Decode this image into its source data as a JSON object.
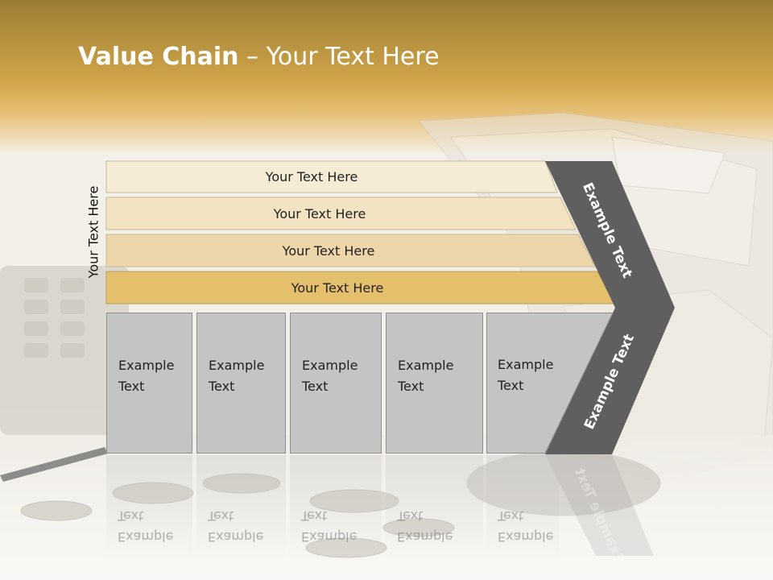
{
  "title": {
    "bold": "Value Chain",
    "rest": " – Your Text Here"
  },
  "side_label": "Your Text Here",
  "bands": [
    "Your Text Here",
    "Your Text Here",
    "Your Text Here",
    "Your Text Here"
  ],
  "columns": [
    "Example Text",
    "Example Text",
    "Example Text",
    "Example Text",
    "Example Text"
  ],
  "arrow": {
    "upper": "Example Text",
    "lower": "Example Text"
  },
  "colors": {
    "header_gold": "#c8a046",
    "band_1": "#f6ecd6",
    "band_2": "#f2e3c2",
    "band_3": "#edd7aa",
    "band_4": "#e4bf6c",
    "column_gray": "#c4c4c4",
    "arrow_dark": "#5f5f5f"
  }
}
